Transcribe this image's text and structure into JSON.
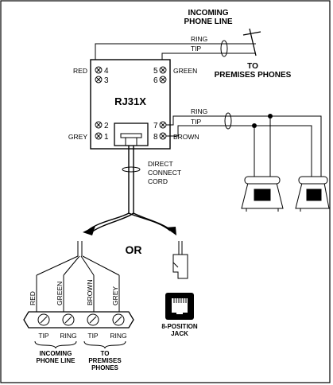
{
  "header": {
    "incoming_line1": "INCOMING",
    "incoming_line2": "PHONE LINE",
    "premises_line1": "TO",
    "premises_line2": "PREMISES PHONES"
  },
  "jack": {
    "title": "RJ31X",
    "terminals": [
      {
        "num": "4",
        "color": "RED"
      },
      {
        "num": "3",
        "color": ""
      },
      {
        "num": "5",
        "color": "GREEN"
      },
      {
        "num": "6",
        "color": ""
      },
      {
        "num": "2",
        "color": ""
      },
      {
        "num": "1",
        "color": "GREY"
      },
      {
        "num": "7",
        "color": ""
      },
      {
        "num": "8",
        "color": "BROWN"
      }
    ]
  },
  "wires": {
    "incoming_ring": "RING",
    "incoming_tip": "TIP",
    "premises_ring": "RING",
    "premises_tip": "TIP"
  },
  "cord": {
    "line1": "DIRECT",
    "line2": "CONNECT",
    "line3": "CORD"
  },
  "or_label": "OR",
  "terminal_strip": {
    "wire_colors": [
      "RED",
      "GREEN",
      "BROWN",
      "GREY"
    ],
    "signals": [
      "TIP",
      "RING",
      "TIP",
      "RING"
    ],
    "group1_line1": "INCOMING",
    "group1_line2": "PHONE LINE",
    "group2_line1": "TO",
    "group2_line2": "PREMISES",
    "group2_line3": "PHONES"
  },
  "jack8": {
    "line1": "8-POSITION",
    "line2": "JACK"
  }
}
